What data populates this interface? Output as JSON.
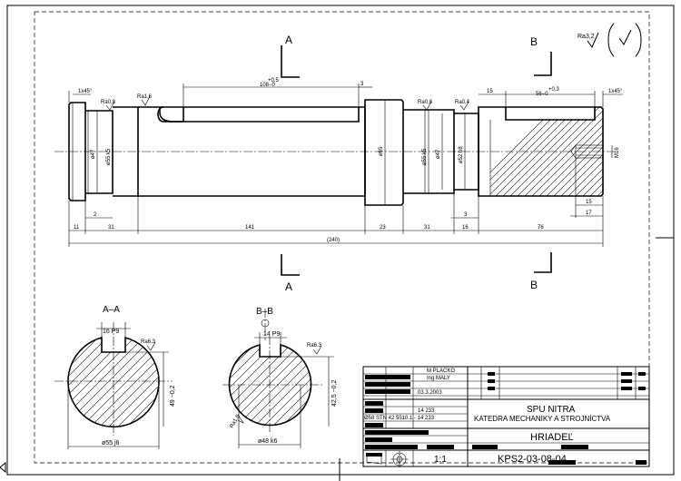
{
  "drawing": {
    "section_marks": {
      "a": "A",
      "b": "B",
      "a_bottom": "A",
      "b_bottom": "B",
      "aa_title": "A–A",
      "bb_title": "B–B"
    },
    "surface_finish": {
      "general": "Ra3,2",
      "r08_left": "Ra0,8",
      "r16_left": "Ra1,6",
      "r08_right": "Ra0,8",
      "r04_right": "Ra0,4",
      "aa_keyway": "Ra6,3",
      "bb_keyway": "Ra6,3",
      "bb_side": "Ra1,6"
    },
    "dims": {
      "chamfer_left": "1x45°",
      "chamfer_right": "1x45°",
      "keyway_len_upper": "+0,5",
      "keyway_len": "108−0",
      "keyway_len_end": "3",
      "keyway2_tol": "+0,3",
      "keyway2_len": "56−0",
      "keyway2_offset": "15",
      "d47_left": "ø47",
      "d55_left": "ø55 k5",
      "d65": "ø65",
      "d55_right": "ø55 k5",
      "d47_right": "ø47",
      "d52": "ø52 h8",
      "thread": "M16",
      "thread_len": "15",
      "thread_len2": "17",
      "bot_11": "11",
      "bot_2": "2",
      "bot_31": "31",
      "bot_141": "141",
      "bot_23": "23",
      "bot_31b": "31",
      "bot_3": "3",
      "bot_16": "16",
      "bot_76": "76",
      "total": "(240)",
      "aa_key": "16 P9",
      "aa_depth": "49 −0,2",
      "aa_dia": "ø55 j6",
      "bb_key": "14 P9",
      "bb_depth": "42,5 −0,2",
      "bb_dia": "ø48 k6"
    },
    "title_block": {
      "author": "M PLACKO",
      "author2": "Ing MALY",
      "number_small": "14 233",
      "date": "03.3.2003",
      "material_ref": "14 233",
      "standard": "Ø58 STN 42 5510.1 - 14 233",
      "institution": "SPU NITRA",
      "department": "KATEDRA MECHANIKY A STROJNÍCTVA",
      "part_name": "HRIADEĽ",
      "scale": "1:1",
      "drawing_number": "KPS2-03-08-04"
    }
  }
}
